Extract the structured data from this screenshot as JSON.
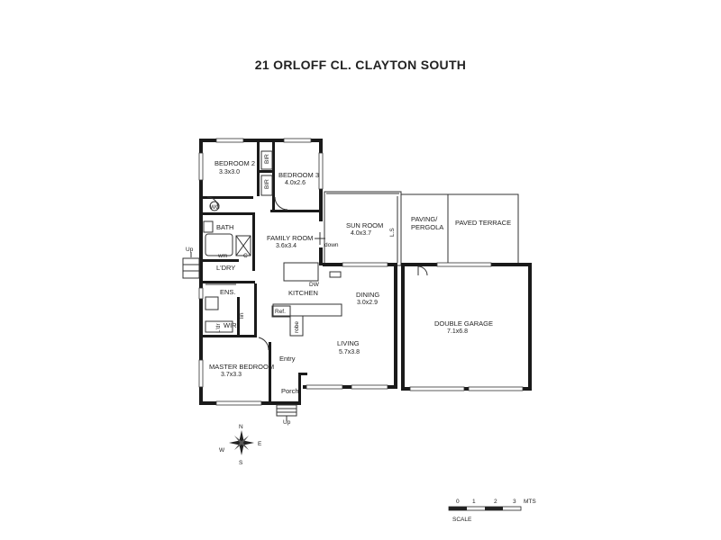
{
  "title": "21 ORLOFF CL. CLAYTON SOUTH",
  "rooms": {
    "bedroom2": {
      "name": "BEDROOM 2",
      "size": "3.3x3.0"
    },
    "bedroom3": {
      "name": "BEDROOM 3",
      "size": "4.0x2.6"
    },
    "family": {
      "name": "FAMILY ROOM",
      "size": "3.6x3.4"
    },
    "sunroom": {
      "name": "SUN ROOM",
      "size": "4.0x3.7"
    },
    "dining": {
      "name": "DINING",
      "size": "3.0x2.9"
    },
    "living": {
      "name": "LIVING",
      "size": "5.7x3.8"
    },
    "master": {
      "name": "MASTER BEDROOM",
      "size": "3.7x3.3"
    },
    "garage": {
      "name": "DOUBLE GARAGE",
      "size": "7.1x6.8"
    },
    "kitchen": {
      "name": "KITCHEN"
    },
    "bath": {
      "name": "BATH"
    },
    "ldry": {
      "name": "L'DRY"
    },
    "ens": {
      "name": "ENS."
    },
    "wir": {
      "name": "WIR"
    },
    "entry": {
      "name": "Entry"
    },
    "porch": {
      "name": "Porch"
    },
    "paving": {
      "name": "PAVING/",
      "name2": "PERGOLA"
    },
    "terrace": {
      "name": "PAVED TERRACE"
    }
  },
  "fixtures": {
    "bir1": "BIR",
    "bir2": "BIR",
    "wc": "WC",
    "wm": "wm",
    "c": "C",
    "dw": "DW",
    "ref": "Ref.",
    "robe": "robe",
    "ldr": "L'dr",
    "lin": "lin",
    "ls": "L.S"
  },
  "annotations": {
    "up_left": "Up",
    "down": "down",
    "up_porch": "Up"
  },
  "compass": {
    "n": "N",
    "s": "S",
    "e": "E",
    "w": "W"
  },
  "scale": {
    "ticks": [
      "0",
      "1",
      "2",
      "3"
    ],
    "unit": "MTS",
    "label": "SCALE"
  }
}
